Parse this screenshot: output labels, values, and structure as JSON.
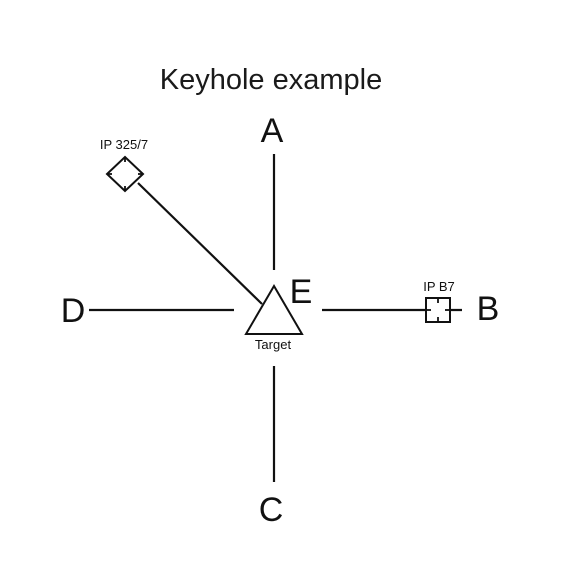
{
  "title": "Keyhole example",
  "points": {
    "a": "A",
    "b": "B",
    "c": "C",
    "d": "D",
    "e": "E"
  },
  "target": {
    "label": "Target"
  },
  "initial_points": {
    "ip1": "IP 325/7",
    "ip2": "IP B7"
  }
}
